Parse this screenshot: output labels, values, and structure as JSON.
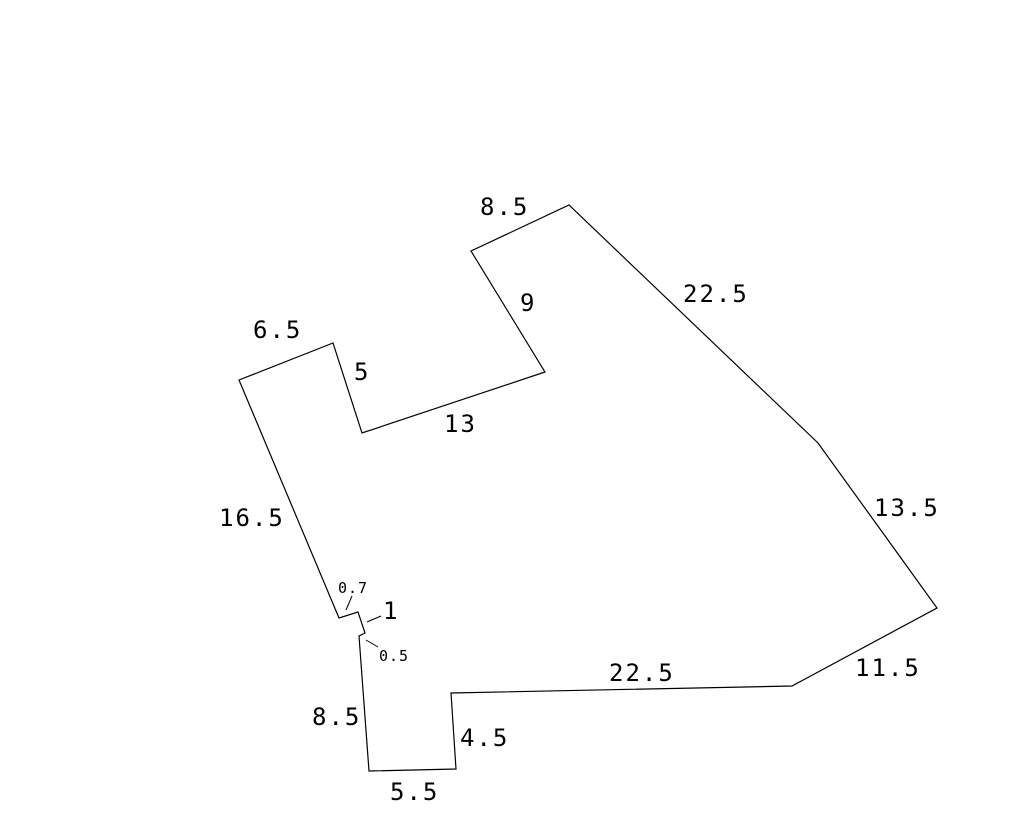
{
  "diagram": {
    "edge_labels": {
      "top_left_top": "6.5",
      "top_left_right": "5",
      "notch_bottom": "13",
      "top_right_left": "9",
      "top_right_top": "8.5",
      "right_upper": "22.5",
      "right_lower": "13.5",
      "bottom_right": "11.5",
      "bottom_long": "22.5",
      "bottom_step": "4.5",
      "bottom_small": "5.5",
      "left_lower": "8.5",
      "left_upper": "16.5",
      "tiny_a": "0.7",
      "tiny_b": "1",
      "tiny_c": "0.5"
    },
    "colors": {
      "stroke": "#000000",
      "background": "#ffffff"
    }
  }
}
